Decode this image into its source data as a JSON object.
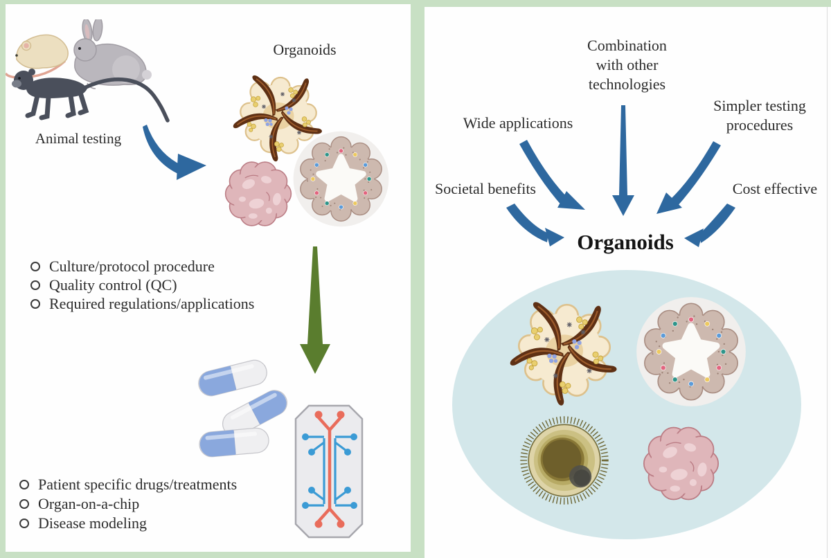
{
  "left_panel": {
    "animals_label": "Animal testing",
    "organoids_label": "Organoids",
    "considerations": [
      "Culture/protocol procedure",
      "Quality control (QC)",
      "Required regulations/applications"
    ],
    "applications": [
      "Patient specific drugs/treatments",
      "Organ-on-a-chip",
      "Disease modeling"
    ]
  },
  "right_panel": {
    "title": "Organoids",
    "benefits": {
      "combination": "Combination with other technologies",
      "wide": "Wide applications",
      "simpler": "Simpler testing procedures",
      "societal": "Societal benefits",
      "cost": "Cost effective"
    }
  },
  "colors": {
    "arrow_blue": "#2e689f",
    "arrow_green": "#5a7d2e",
    "frame_green": "#c8e0c4",
    "ellipse_blue": "#d3e7ea"
  }
}
